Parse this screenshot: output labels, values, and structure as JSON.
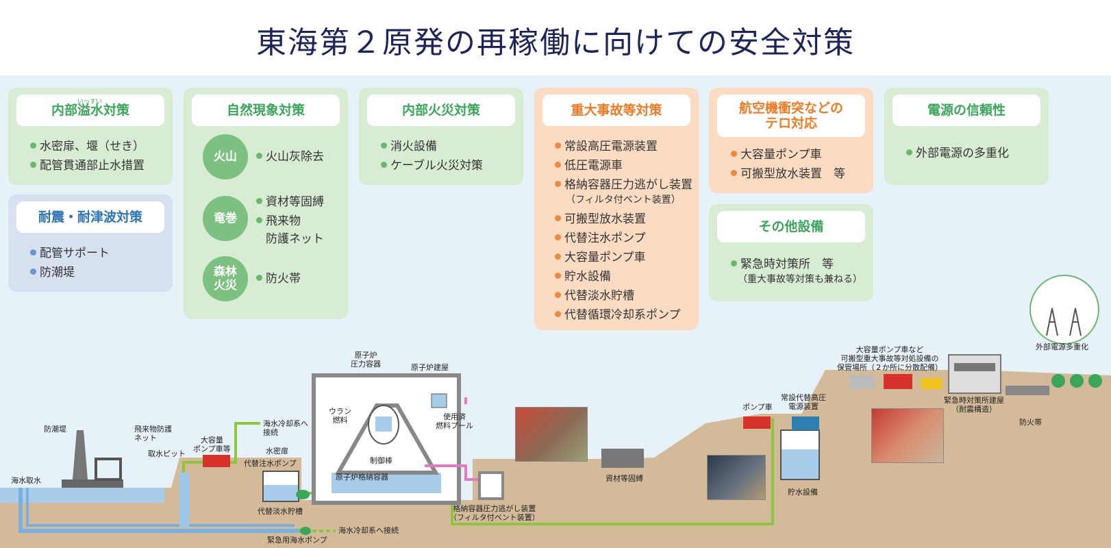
{
  "title": "東海第２原発の再稼働に向けての安全対策",
  "ruby": "いっすい",
  "boxes": {
    "internal_flood": {
      "title": "内部溢水対策",
      "items": [
        "水密扉、堰（せき）",
        "配管貫通部止水措置"
      ]
    },
    "seismic": {
      "title": "耐震・耐津波対策",
      "items": [
        "配管サポート",
        "防潮堤"
      ]
    },
    "natural": {
      "title": "自然現象対策",
      "volcano": "火山",
      "volcano_item": "火山灰除去",
      "tornado": "竜巻",
      "tornado_item1": "資材等固縛",
      "tornado_item2a": "飛来物",
      "tornado_item2b": "防護ネット",
      "forest": "森林\n火災",
      "forest_item": "防火帯"
    },
    "internal_fire": {
      "title": "内部火災対策",
      "items": [
        "消火設備",
        "ケーブル火災対策"
      ]
    },
    "severe": {
      "title": "重大事故等対策",
      "items": [
        "常設高圧電源装置",
        "低圧電源車",
        "格納容器圧力逃がし装置",
        "可搬型放水装置",
        "代替注水ポンプ",
        "大容量ポンプ車",
        "貯水設備",
        "代替淡水貯槽",
        "代替循環冷却系ポンプ"
      ],
      "filter_note": "（フィルタ付ベント装置）"
    },
    "terror": {
      "title": "航空機衝突などの\nテロ対応",
      "items": [
        "大容量ポンプ車",
        "可搬型放水装置　等"
      ]
    },
    "other": {
      "title": "その他設備",
      "item": "緊急時対策所　等",
      "note": "（重大事故等対策も兼ねる）"
    },
    "power": {
      "title": "電源の信頼性",
      "items": [
        "外部電源の多重化"
      ]
    }
  },
  "diagram": {
    "sea_intake": "海水取水",
    "seawall": "防潮堤",
    "net": "飛来物防護\nネット",
    "intake_pit": "取水ピット",
    "pump_car_left": "大容量\nポンプ車等",
    "seawater_cooling_top": "海水冷却系へ\n接続",
    "watertight_door": "水密扉",
    "alt_pump": "代替注水ポンプ",
    "alt_tank": "代替淡水貯槽",
    "emergency_pump": "緊急用海水ポンプ",
    "seawater_cooling_bottom": "海水冷却系へ接続",
    "rpv": "原子炉\n圧力容器",
    "reactor_building": "原子炉建屋",
    "uranium": "ウラン\n燃料",
    "spent_pool": "使用済\n燃料プール",
    "control_rod": "制御棒",
    "containment": "原子炉格納容器",
    "vent": "格納容器圧力逃がし装置\n（フィルタ付ベント装置）",
    "materials": "資材等固縛",
    "pump_car": "ポンプ車",
    "hv_power": "常設代替高圧\n電源装置",
    "storage": "貯水設備",
    "storage_place": "大容量ポンプ車など\n可搬型重大事故等対処設備の\n保管場所（２か所に分散配備）",
    "emergency_building": "緊急時対策所建屋\n（耐震構造）",
    "firebreak": "防火帯",
    "external_power": "外部電源多重化"
  },
  "colors": {
    "green": "#7cc180",
    "orange": "#ef8a3c",
    "blue": "#2f73b7",
    "navy": "#1d2457"
  }
}
